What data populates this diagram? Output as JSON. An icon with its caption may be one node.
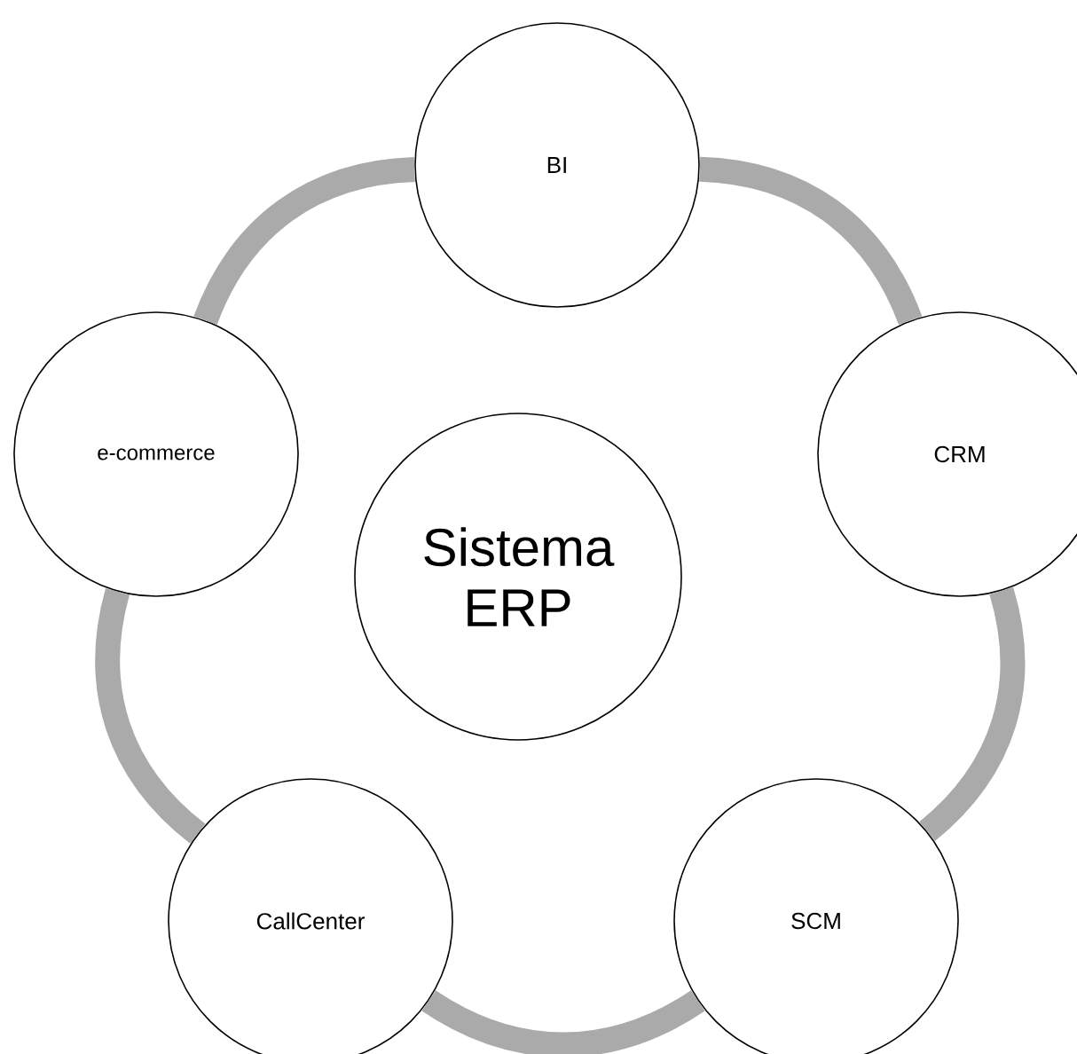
{
  "diagram": {
    "nodes": [
      {
        "text": [
          "BI"
        ]
      },
      {
        "text": [
          "e-commerce"
        ]
      },
      {
        "text": [
          "CRM"
        ]
      },
      {
        "text": [
          "Sistema ERP"
        ]
      },
      {
        "text": [
          "CallCenter"
        ]
      },
      {
        "text": [
          "SCM"
        ]
      }
    ],
    "edges": [
      {
        "from": 0,
        "to": 2,
        "arrow": "none",
        "color": "#aaaaaa"
      },
      {
        "from": 2,
        "to": 5,
        "arrow": "none",
        "color": "#aaaaaa"
      },
      {
        "from": 5,
        "to": 4,
        "arrow": "none",
        "color": "#aaaaaa"
      },
      {
        "from": 4,
        "to": 1,
        "arrow": "none",
        "color": "#aaaaaa"
      },
      {
        "from": 1,
        "to": 0,
        "arrow": "none",
        "color": "#aaaaaa"
      }
    ]
  }
}
